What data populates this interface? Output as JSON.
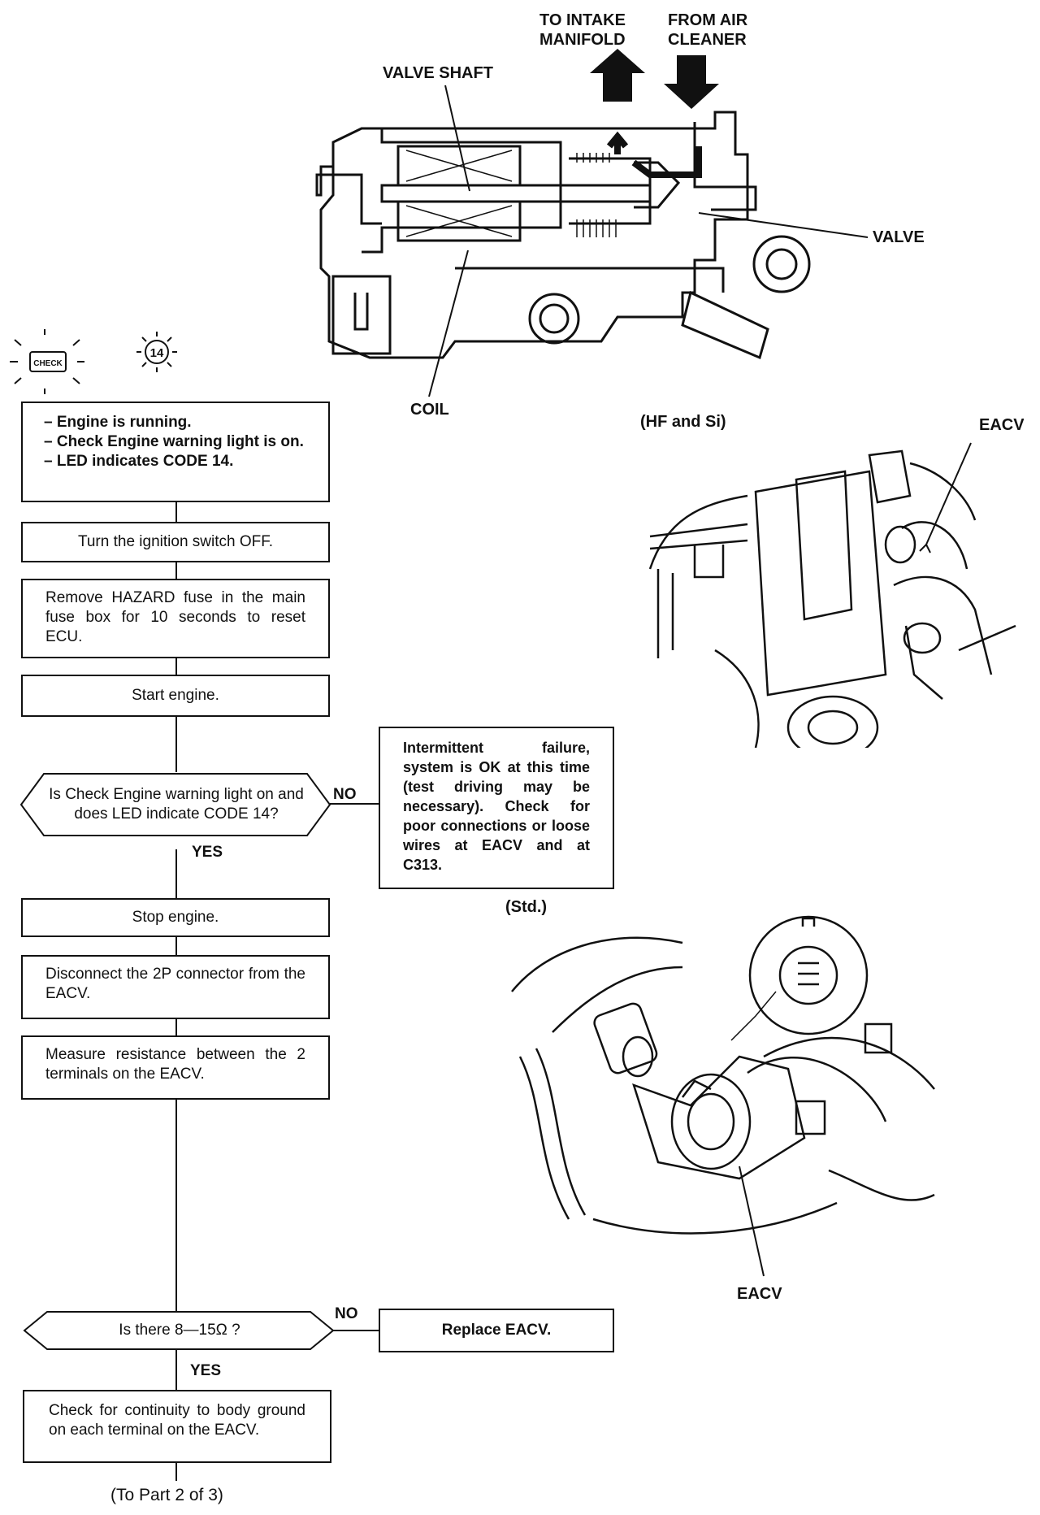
{
  "diagram": {
    "to_intake_1": "TO INTAKE",
    "to_intake_2": "MANIFOLD",
    "from_air_1": "FROM AIR",
    "from_air_2": "CLEANER",
    "valve_shaft": "VALVE SHAFT",
    "valve": "VALVE",
    "coil": "COIL"
  },
  "indicators": {
    "check_icon": "CHECK",
    "led_code": "14"
  },
  "illustrations": {
    "hf_si_label": "(HF and Si)",
    "eacv_top": "EACV",
    "std_label": "(Std.)",
    "eacv_bottom": "EACV"
  },
  "flow": {
    "start_items": [
      "– Engine is running.",
      "– Check Engine warning light is on.",
      "– LED indicates CODE 14."
    ],
    "step_ignition": "Turn the ignition switch OFF.",
    "step_fuse": "Remove HAZARD fuse in the main fuse box for 10 seconds to reset ECU.",
    "step_start": "Start engine.",
    "q1": "Is Check Engine warning light on and does LED indicate CODE 14?",
    "q1_no": "NO",
    "q1_yes": "YES",
    "intermittent": "Intermittent failure, system is OK at this time (test driving may be necessary). Check for poor connections or loose wires at EACV and at C313.",
    "step_stop": "Stop engine.",
    "step_disconnect": "Disconnect the 2P connector from the EACV.",
    "step_measure": "Measure resistance between the 2 terminals on the EACV.",
    "q2": "Is there 8—15Ω ?",
    "q2_no": "NO",
    "q2_yes": "YES",
    "replace": "Replace EACV.",
    "step_continuity": "Check for continuity to body ground on each terminal on the EACV.",
    "footer": "(To Part 2 of 3)"
  }
}
